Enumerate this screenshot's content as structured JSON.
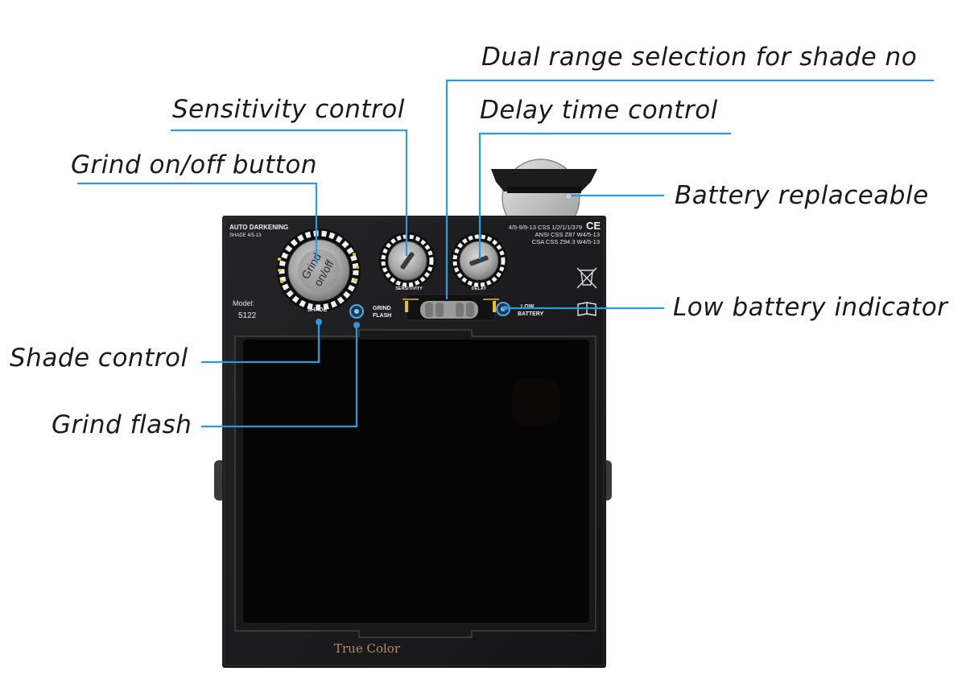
{
  "colors": {
    "leader": "#2b9be0",
    "panel": "#1b1b1d",
    "lens": "#050505",
    "callout_text": "#1a1a1a"
  },
  "callouts": {
    "dual_range": "Dual range selection for shade no",
    "sensitivity": "Sensitivity control",
    "delay": "Delay time control",
    "grind_button": "Grind on/off button",
    "battery_replaceable": "Battery replaceable",
    "low_battery": "Low battery indicator",
    "shade_control": "Shade control",
    "grind_flash": "Grind flash"
  },
  "panel": {
    "title_line1": "AUTO DARKENING",
    "title_line2": "SHADE 4/5-13",
    "cert_line1": "4/5-9/9-13 CSS 1/2/1/1/379",
    "ce_mark": "CE",
    "cert_line2": "ANSI CSS Z87 W4/5-13",
    "cert_line3": "CSA CSS Z94.3 W4/5-13",
    "model_label": "Model:",
    "model_value": "5122",
    "shade_knob_top": "Grind",
    "shade_knob_bottom": "on/off",
    "shade_label": "SHADE",
    "sensitivity_label": "SENSITIVITY",
    "delay_label": "DELAY",
    "grind_flash_line1": "GRIND",
    "grind_flash_line2": "FLASH",
    "low_battery_line1": "LOW",
    "low_battery_line2": "BATTERY",
    "lens_label": "True Color"
  }
}
